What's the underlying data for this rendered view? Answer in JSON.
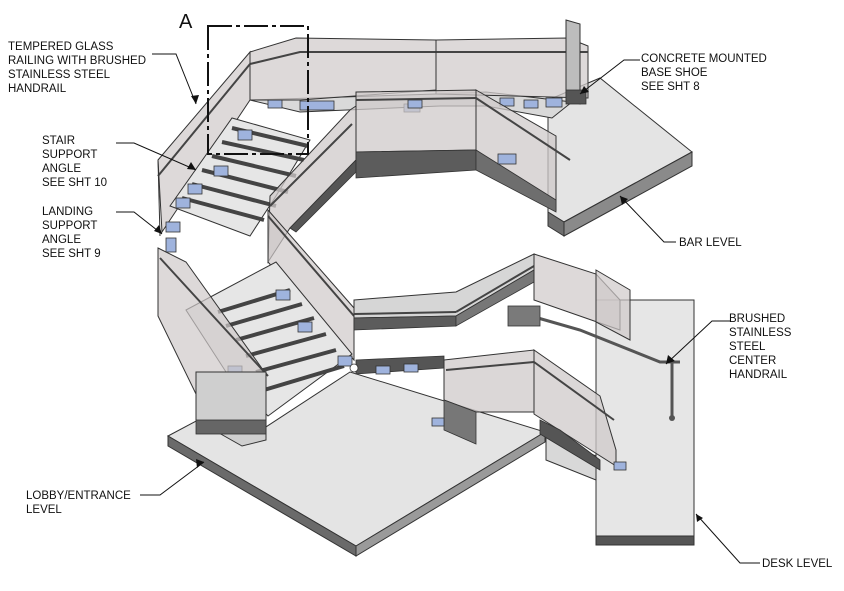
{
  "detail_marker": "A",
  "labels": {
    "railing": [
      "TEMPERED GLASS",
      "RAILING WITH BRUSHED",
      "STAINLESS STEEL",
      "HANDRAIL"
    ],
    "stair_angle": [
      "STAIR",
      "SUPPORT",
      "ANGLE",
      "SEE SHT 10"
    ],
    "landing_angle": [
      "LANDING",
      "SUPPORT",
      "ANGLE",
      "SEE SHT 9"
    ],
    "base_shoe": [
      "CONCRETE MOUNTED",
      "BASE SHOE",
      "SEE SHT 8"
    ],
    "bar_level": [
      "BAR LEVEL"
    ],
    "center_handrail": [
      "BRUSHED",
      "STAINLESS",
      "STEEL",
      "CENTER",
      "HANDRAIL"
    ],
    "lobby_level": [
      "LOBBY/ENTRANCE",
      "LEVEL"
    ],
    "desk_level": [
      "DESK LEVEL"
    ]
  },
  "colors": {
    "slab": "#e4e4e4",
    "slab_edge": "#7a7a7a",
    "glass": "#c9c2c2",
    "plate": "#9fb3dd",
    "steel": "#555555",
    "line": "#222222"
  }
}
